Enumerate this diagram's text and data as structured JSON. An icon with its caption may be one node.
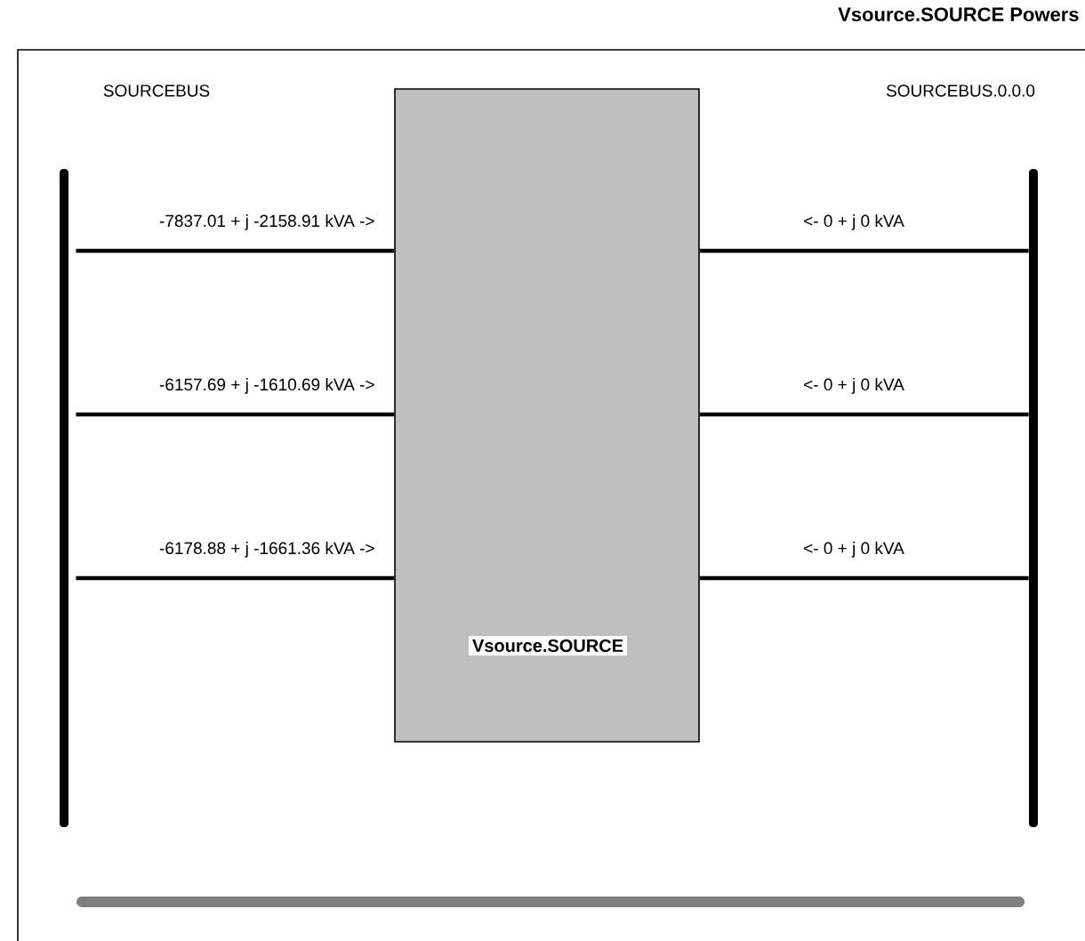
{
  "diagram": {
    "title": "Vsource.SOURCE Powers",
    "nodes": [
      {
        "text": [
          "SOURCEBUS"
        ]
      },
      {
        "text": [
          "Vsource.SOURCE"
        ]
      },
      {
        "text": [
          "SOURCEBUS.0.0.0"
        ]
      },
      {
        "text": [],
        "shape": "bar"
      }
    ],
    "edges": [
      {
        "from": 0,
        "to": 1,
        "arrow": "none",
        "label": "-7837.01 + j -2158.91 kVA ->"
      },
      {
        "from": 0,
        "to": 1,
        "arrow": "none",
        "label": "-6157.69 + j -1610.69 kVA ->"
      },
      {
        "from": 0,
        "to": 1,
        "arrow": "none",
        "label": "-6178.88 + j -1661.36 kVA ->"
      },
      {
        "from": 1,
        "to": 2,
        "arrow": "none",
        "label": "<- 0 + j 0 kVA"
      },
      {
        "from": 1,
        "to": 2,
        "arrow": "none",
        "label": "<- 0 + j 0 kVA"
      },
      {
        "from": 1,
        "to": 2,
        "arrow": "none",
        "label": "<- 0 + j 0 kVA"
      }
    ]
  }
}
